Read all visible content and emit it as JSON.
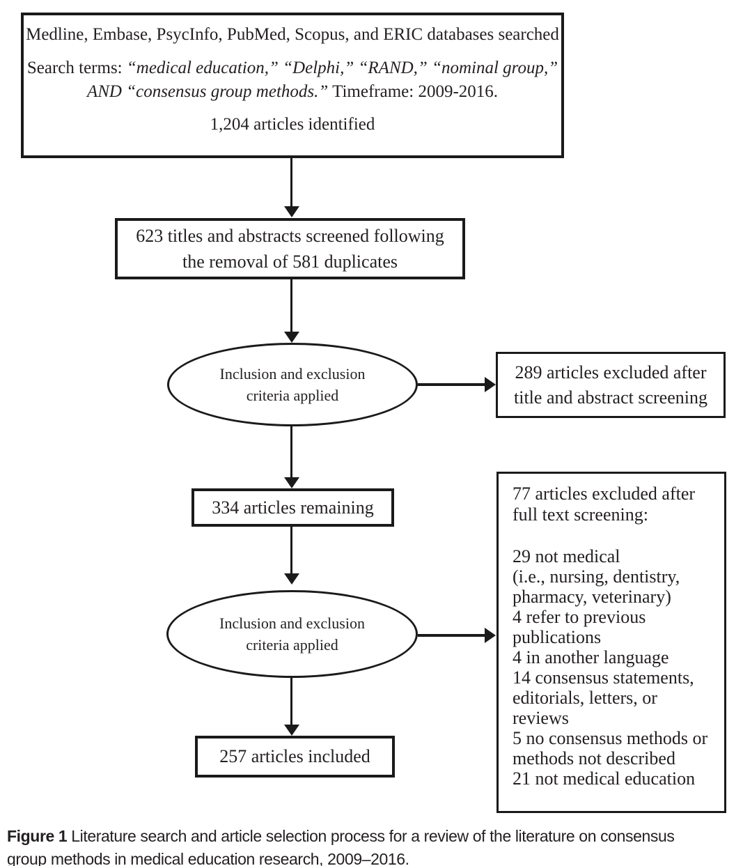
{
  "top_box": {
    "line1": "Medline, Embase, PsycInfo, PubMed, Scopus, and ERIC databases searched",
    "search_prefix": "Search terms: ",
    "search_terms_line1": "“medical education,” “Delphi,” “RAND,” “nominal group,”",
    "search_terms_line2": "AND “consensus group methods.”",
    "search_suffix": " Timeframe: 2009-2016.",
    "line3": "1,204 articles identified"
  },
  "screened_box": {
    "text": "623 titles and abstracts screened following\nthe removal of 581 duplicates"
  },
  "ellipse1": {
    "text": "Inclusion and exclusion\ncriteria applied"
  },
  "excluded_title_box": {
    "text": "289 articles excluded after\ntitle and abstract screening"
  },
  "remaining_box": {
    "text": "334 articles remaining"
  },
  "ellipse2": {
    "text": "Inclusion and exclusion\ncriteria applied"
  },
  "excluded_fulltext_box": {
    "header": "77 articles excluded after\nfull text screening:",
    "items": [
      "29 not medical\n(i.e., nursing, dentistry,\npharmacy, veterinary)",
      "4 refer to previous\npublications",
      "4 in another language",
      "14 consensus statements,\neditorials, letters, or\nreviews",
      "5 no consensus methods or\nmethods not described",
      "21 not medical education"
    ]
  },
  "included_box": {
    "text": "257 articles included"
  },
  "caption": {
    "label": "Figure 1",
    "text": " Literature search and article selection process for a review of the literature on consensus\ngroup methods in medical education research, 2009–2016."
  },
  "colors": {
    "ink": "#231f20",
    "border": "#1a1a1a",
    "background": "#ffffff"
  }
}
